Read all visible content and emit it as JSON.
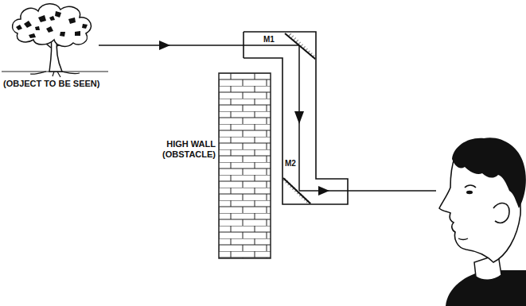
{
  "diagram": {
    "labels": [
      "(OBJECT TO BE SEEN)",
      "HIGH WALL (OBSTACLE)",
      "M1",
      "M2"
    ]
  }
}
